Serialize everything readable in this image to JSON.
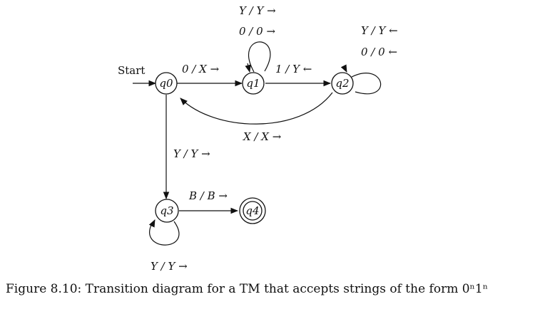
{
  "diagram": {
    "start_label": "Start",
    "states": {
      "q0": "q0",
      "q1": "q1",
      "q2": "q2",
      "q3": "q3",
      "q4": "q4"
    },
    "transitions": {
      "q0_q1": "0 / X →",
      "q1_loop_top": "Y / Y →",
      "q1_loop_bottom": "0 / 0 →",
      "q1_q2": "1 / Y ←",
      "q2_loop_top": "Y / Y ←",
      "q2_loop_bottom": "0 / 0 ←",
      "q2_q0": "X / X →",
      "q0_q3": "Y / Y →",
      "q3_q4": "B / B →",
      "q3_loop": "Y / Y →"
    }
  },
  "caption": "Figure 8.10: Transition diagram for a TM that accepts strings of the form 0ⁿ1ⁿ"
}
